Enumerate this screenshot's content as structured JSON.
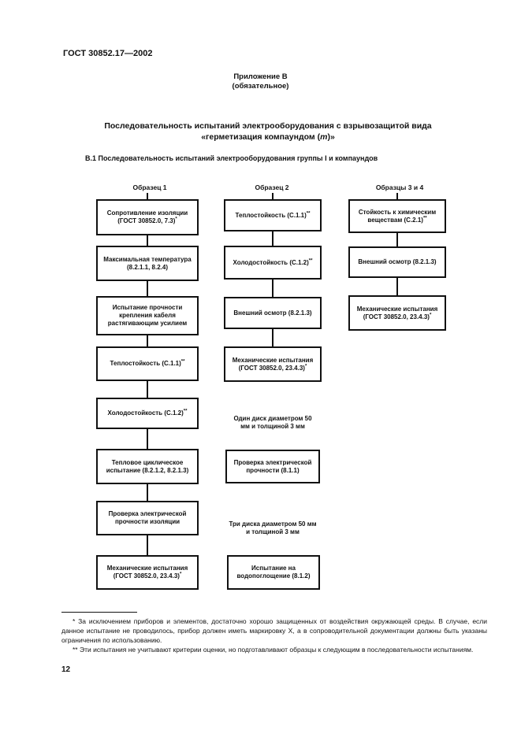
{
  "header": {
    "doc_id": "ГОСТ 30852.17—2002"
  },
  "appendix": {
    "title": "Приложение В",
    "subtitle": "(обязательное)"
  },
  "title": {
    "line1": "Последовательность испытаний электрооборудования с взрывозащитой вида",
    "line2_prefix": "«герметизация компаундом (",
    "line2_var": "m",
    "line2_suffix": ")»"
  },
  "section": {
    "label": "B.1 Последовательность испытаний электрооборудования группы I и компаундов"
  },
  "columns": [
    "Образец 1",
    "Образец 2",
    "Образцы 3 и 4"
  ],
  "col1": [
    {
      "text": "Сопротивление изоляции (ГОСТ 30852.0, 7.3)",
      "mark": "*"
    },
    {
      "text": "Максимальная температура (8.2.1.1, 8.2.4)",
      "mark": ""
    },
    {
      "text": "Испытание прочности крепления кабеля растягивающим усилием",
      "mark": ""
    },
    {
      "text": "Теплостойкость (C.1.1)",
      "mark": "**"
    },
    {
      "text": "Холодостойкость (C.1.2)",
      "mark": "**"
    },
    {
      "text": "Тепловое циклическое испытание (8.2.1.2, 8.2.1.3)",
      "mark": ""
    },
    {
      "text": "Проверка электрической прочности изоляции",
      "mark": ""
    },
    {
      "text": "Механические испытания (ГОСТ 30852.0, 23.4.3)",
      "mark": "*"
    }
  ],
  "col2": [
    {
      "text": "Теплостойкость (C.1.1)",
      "mark": "**"
    },
    {
      "text": "Холодостойкость (C.1.2)",
      "mark": "**"
    },
    {
      "text": "Внешний осмотр (8.2.1.3)",
      "mark": ""
    },
    {
      "text": "Механические испытания (ГОСТ 30852.0, 23.4.3)",
      "mark": "*"
    },
    {
      "text": "Проверка электрической прочности (8.1.1)",
      "mark": ""
    },
    {
      "text": "Испытание на водопоглощение (8.1.2)",
      "mark": ""
    }
  ],
  "col2_notes": [
    "Один диск диаметром 50 мм и толщиной 3 мм",
    "Три диска диаметром 50 мм и толщиной 3 мм"
  ],
  "col3": [
    {
      "text": "Стойкость к химическим веществам (C.2.1)",
      "mark": "**"
    },
    {
      "text": "Внешний осмотр (8.2.1.3)",
      "mark": ""
    },
    {
      "text": "Механические испытания (ГОСТ 30852.0, 23.4.3)",
      "mark": "*"
    }
  ],
  "footnotes": [
    "* За исключением приборов и элементов, достаточно хорошо защищенных от воздействия окружающей среды. В случае, если данное испытание не проводилось, прибор должен иметь маркировку X, а в сопроводительной документации должны быть указаны ограничения по использованию.",
    "** Эти испытания не учитывают критерии оценки, но подготавливают образцы к следующим в последовательности испытаниям."
  ],
  "page_number": "12"
}
